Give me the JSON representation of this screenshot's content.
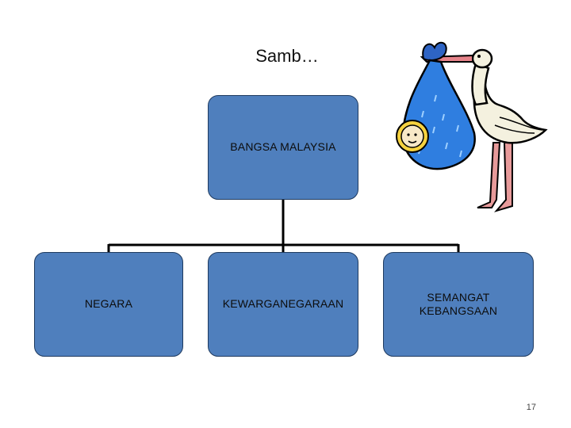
{
  "slide": {
    "title": "Samb…",
    "page_number": "17"
  },
  "diagram": {
    "root": {
      "label": "BANGSA MALAYSIA"
    },
    "children": [
      {
        "label": "NEGARA"
      },
      {
        "label": "KEWARGANEGARAAN"
      },
      {
        "label": "SEMANGAT KEBANGSAAN"
      }
    ]
  },
  "colors": {
    "node_fill": "#4f7fbd",
    "node_border": "#1e3a5f",
    "connector": "#000000"
  },
  "icons": {
    "clipart": "stork-carrying-baby-icon"
  }
}
